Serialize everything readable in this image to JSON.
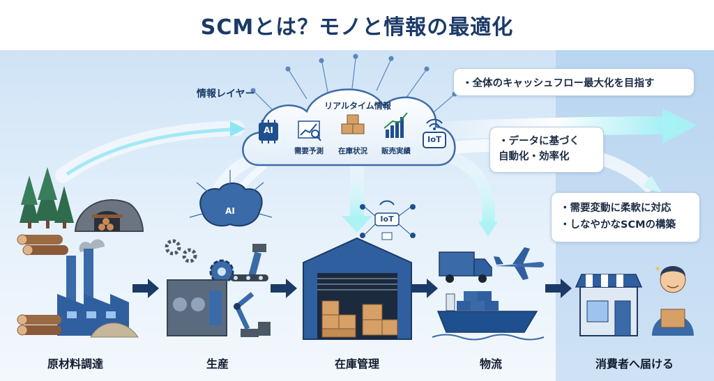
{
  "title": "SCMとは？モノと情報の最適化",
  "info_layer": {
    "label": "情報レイヤー",
    "cloud_title": "リアルタイム情報",
    "items": [
      {
        "icon": "ai-chip-icon",
        "text": "AI"
      },
      {
        "icon": "demand-forecast-icon",
        "caption": "需要予測"
      },
      {
        "icon": "inventory-box-icon",
        "caption": "在庫状況"
      },
      {
        "icon": "sales-chart-icon",
        "caption": "販売実績"
      },
      {
        "icon": "iot-wifi-icon",
        "text": "IoT"
      }
    ]
  },
  "callouts": [
    {
      "lines": [
        "・全体のキャッシュフロー最大化を目指す"
      ]
    },
    {
      "lines": [
        "・データに基づく",
        "自動化・効率化"
      ]
    },
    {
      "lines": [
        "・需要変動に柔軟に対応",
        "・しなやかなSCMの構築"
      ]
    }
  ],
  "stages": [
    {
      "label": "原材料調達",
      "icons": [
        "tree-icon",
        "mine-icon",
        "log-pile-icon",
        "factory-icon",
        "gravel-pile-icon"
      ]
    },
    {
      "label": "生産",
      "icons": [
        "ai-brain-icon",
        "gear-icon",
        "robot-arm-icon",
        "conveyor-icon"
      ]
    },
    {
      "label": "在庫管理",
      "icons": [
        "iot-network-icon",
        "warehouse-icon",
        "box-stack-icon"
      ]
    },
    {
      "label": "物流",
      "icons": [
        "truck-icon",
        "airplane-icon",
        "cargo-ship-icon"
      ]
    },
    {
      "label": "消費者へ届ける",
      "icons": [
        "storefront-icon",
        "person-with-package-icon"
      ]
    }
  ],
  "mini_labels": {
    "ai": "AI",
    "iot": "IoT"
  },
  "colors": {
    "title": "#1b3a67",
    "accent": "#2f66ad",
    "dark_blue": "#1b3a67",
    "flow_glow": "#7fe3f2",
    "arrow": "#1b3a67",
    "tree_green": "#2f6b4d",
    "wood": "#8a5a3a",
    "box": "#d6a067"
  }
}
